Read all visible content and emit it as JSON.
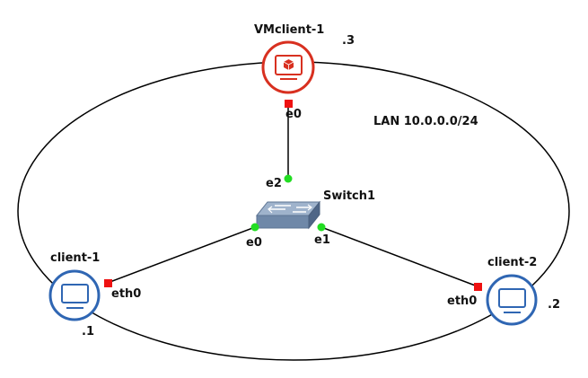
{
  "network": {
    "label": "LAN 10.0.0.0/24"
  },
  "nodes": {
    "vmclient": {
      "name": "VMclient-1",
      "ip": ".3",
      "port": "e0",
      "color": "#d83020"
    },
    "client1": {
      "name": "client-1",
      "ip": ".1",
      "port": "eth0",
      "color": "#2f66b3"
    },
    "client2": {
      "name": "client-2",
      "ip": ".2",
      "port": "eth0",
      "color": "#2f66b3"
    },
    "switch": {
      "name": "Switch1",
      "ports": {
        "e0": "e0",
        "e1": "e1",
        "e2": "e2"
      },
      "color": "#6f88a8"
    }
  },
  "status_colors": {
    "up": "#22dd22",
    "down": "#ee1111"
  },
  "icons": {
    "vmclient": "vm-monitor-cube-icon",
    "client": "monitor-icon",
    "switch": "ethernet-switch-icon"
  }
}
